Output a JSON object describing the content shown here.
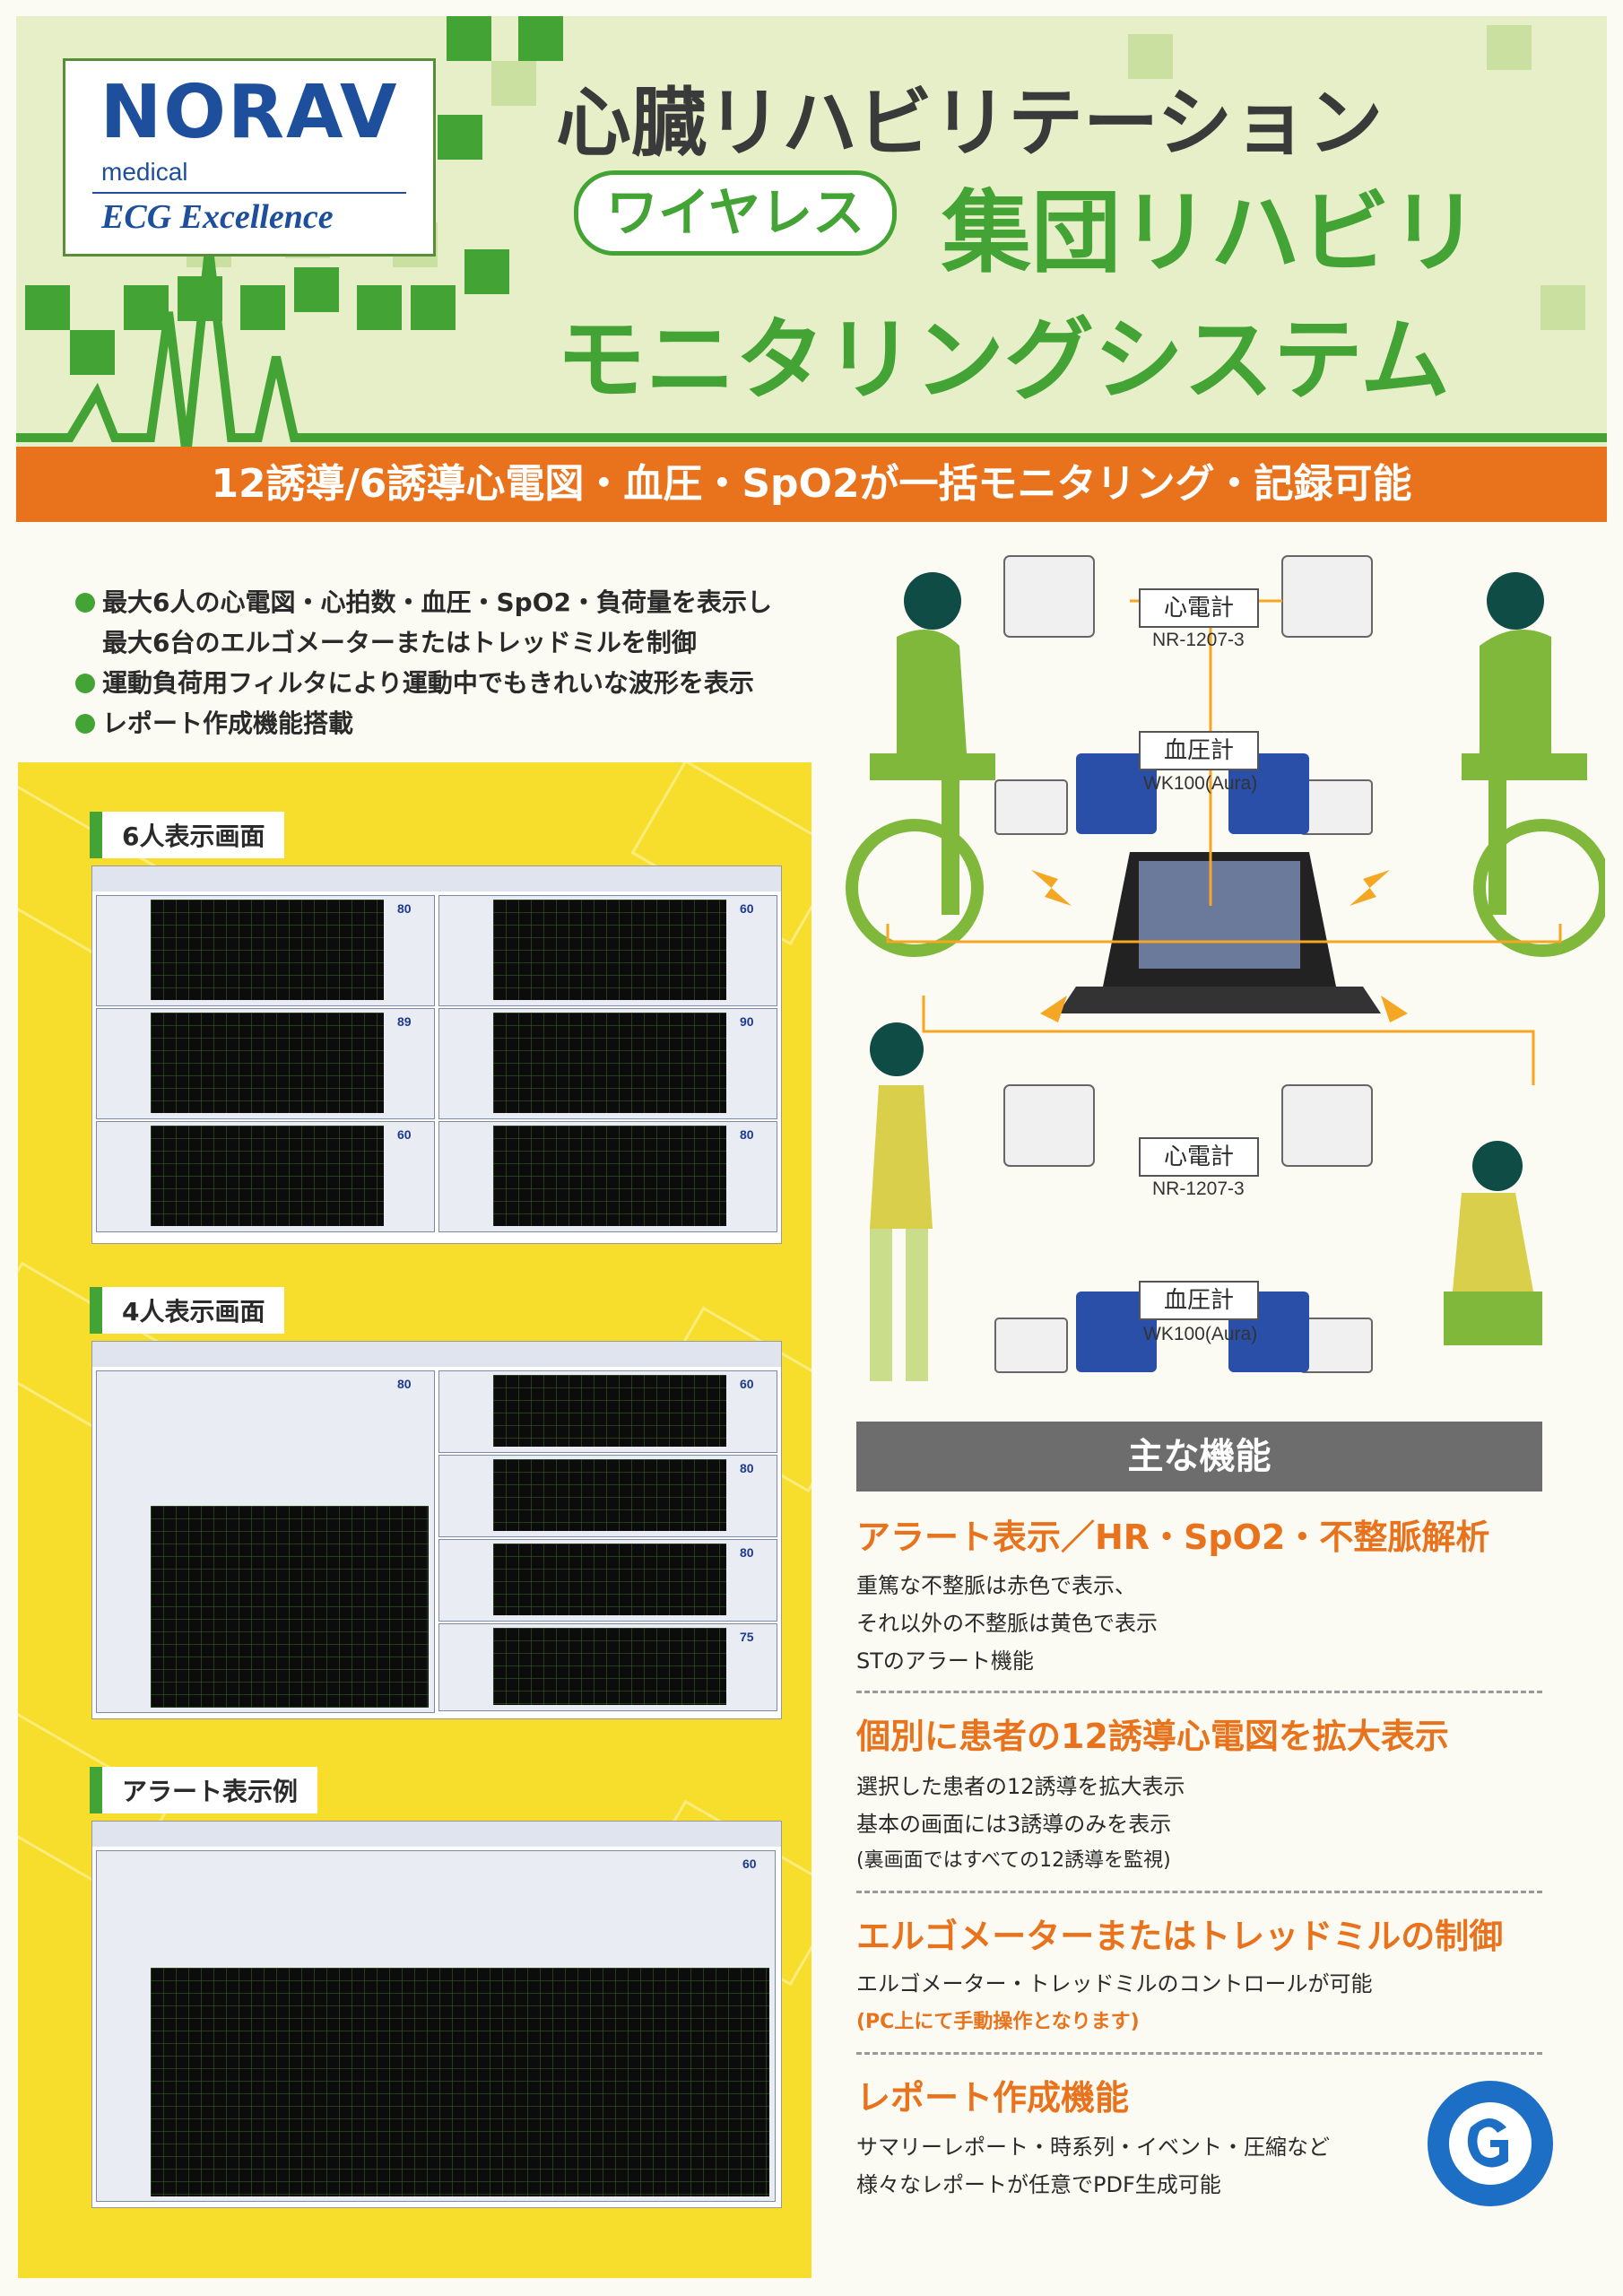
{
  "logo": {
    "brand": "NORAV",
    "sub1": "medical",
    "sub2": "ECG Excellence"
  },
  "header": {
    "title1": "心臓リハビリテーション",
    "badge": "ワイヤレス",
    "title2": "集団リハビリ",
    "title3": "モニタリングシステム"
  },
  "banner": "12誘導/6誘導心電図・血圧・SpO2が一括モニタリング・記録可能",
  "bullets": [
    "最大6人の心電図・心拍数・血圧・SpO2・負荷量を表示し",
    "最大6台のエルゴメーターまたはトレッドミルを制御",
    "運動負荷用フィルタにより運動中でもきれいな波形を表示",
    "レポート作成機能搭載"
  ],
  "screens": {
    "six": {
      "label": "6人表示画面",
      "hr": [
        "80",
        "60",
        "89",
        "90",
        "60",
        "80"
      ]
    },
    "four": {
      "label": "4人表示画面",
      "hr": [
        "80",
        "60",
        "80",
        "80",
        "75"
      ]
    },
    "alert": {
      "label": "アラート表示例",
      "hr": [
        "60"
      ]
    }
  },
  "devices": {
    "ecg": {
      "label": "心電計",
      "model": "NR-1207-3"
    },
    "bp": {
      "label": "血圧計",
      "model": "WK100(Aura)"
    }
  },
  "features": {
    "heading": "主な機能",
    "items": [
      {
        "title": "アラート表示／HR・SpO2・不整脈解析",
        "lines": [
          "重篤な不整脈は赤色で表示、",
          "それ以外の不整脈は黄色で表示",
          "STのアラート機能"
        ],
        "note": ""
      },
      {
        "title": "個別に患者の12誘導心電図を拡大表示",
        "lines": [
          "選択した患者の12誘導を拡大表示",
          "基本の画面には3誘導のみを表示",
          "(裏画面ではすべての12誘導を監視)"
        ],
        "note": ""
      },
      {
        "title": "エルゴメーターまたはトレッドミルの制御",
        "lines": [
          "エルゴメーター・トレッドミルのコントロールが可能"
        ],
        "note": "(PC上にて手動操作となります)"
      },
      {
        "title": "レポート作成機能",
        "lines": [
          "サマリーレポート・時系列・イベント・圧縮など",
          "様々なレポートが任意でPDF生成可能"
        ],
        "note": ""
      }
    ]
  },
  "colors": {
    "green": "#43a335",
    "orange": "#e8731c",
    "yellow": "#f7de2c",
    "blue": "#1d4f9c"
  }
}
